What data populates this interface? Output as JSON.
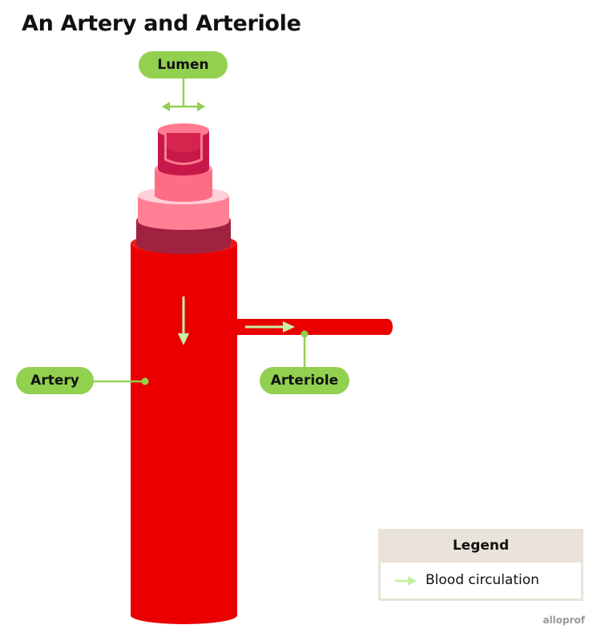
{
  "title": "An Artery and Arteriole",
  "labels": {
    "lumen": "Lumen",
    "artery": "Artery",
    "arteriole": "Arteriole"
  },
  "legend": {
    "title": "Legend",
    "items": [
      {
        "label": "Blood circulation",
        "icon": "light-green-arrow-icon"
      }
    ]
  },
  "credit": "alloprof",
  "colors": {
    "artery_red": "#ea0000",
    "label_green": "#92d050",
    "arrow_green": "#c7f0a6",
    "legend_bg": "#e9e3d9",
    "outer_layer": "#a0223f",
    "middle_layer": "#ff8095",
    "light_layer": "#ffd0d8",
    "inner_layer": "#c6194a"
  }
}
